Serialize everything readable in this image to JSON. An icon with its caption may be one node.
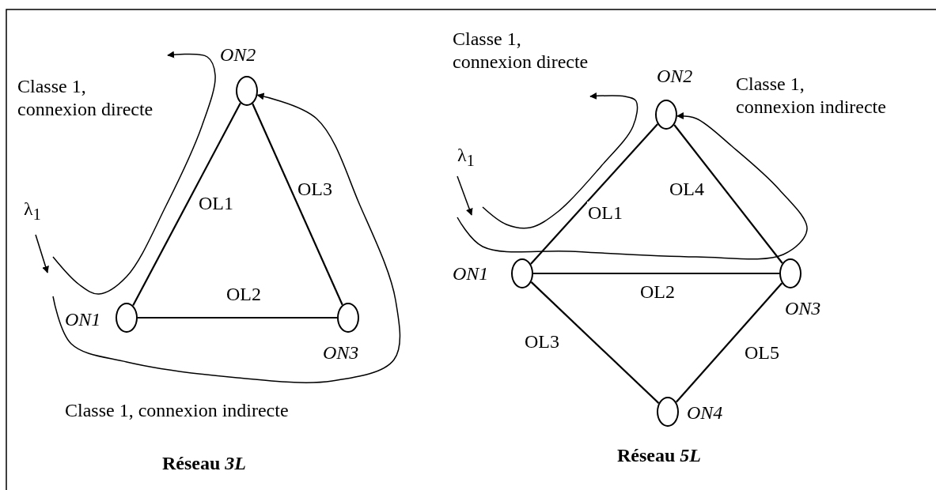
{
  "diagram": {
    "nodes": [
      {
        "text": [],
        "shape": "circle",
        "beside": [
          "ON1"
        ]
      },
      {
        "text": [],
        "shape": "circle",
        "beside": [
          "ON2"
        ]
      },
      {
        "text": [],
        "shape": "circle",
        "beside": [
          "ON3"
        ]
      },
      {
        "text": [],
        "shape": "circle",
        "beside": [
          "ON1"
        ]
      },
      {
        "text": [],
        "shape": "circle",
        "beside": [
          "ON2"
        ]
      },
      {
        "text": [],
        "shape": "circle",
        "beside": [
          "ON3"
        ]
      },
      {
        "text": [],
        "shape": "circle",
        "beside": [
          "ON4"
        ]
      }
    ],
    "edges": [
      {
        "from": 0,
        "to": 1,
        "arrow": "none",
        "label": "OL1"
      },
      {
        "from": 0,
        "to": 2,
        "arrow": "none",
        "label": "OL2"
      },
      {
        "from": 1,
        "to": 2,
        "arrow": "none",
        "label": "OL3"
      },
      {
        "from": null,
        "to": 1,
        "arrow": "to"
      },
      {
        "from": 3,
        "to": 4,
        "arrow": "none",
        "label": "OL1"
      },
      {
        "from": 3,
        "to": 5,
        "arrow": "none",
        "label": "OL2"
      },
      {
        "from": 3,
        "to": 6,
        "arrow": "none",
        "label": "OL3"
      },
      {
        "from": 4,
        "to": 5,
        "arrow": "none",
        "label": "OL4"
      },
      {
        "from": 5,
        "to": 6,
        "arrow": "none",
        "label": "OL5"
      },
      {
        "from": null,
        "to": 4,
        "arrow": "to"
      }
    ],
    "labels": [
      "Classe 1, connexion directe",
      "λ$_{1}$",
      "Classe 1, connexion indirecte",
      "Réseau *3L*",
      "Classe 1, connexion directe",
      "Classe 1, connexion indirecte",
      "λ$_{1}$",
      "Réseau *5L*"
    ]
  }
}
